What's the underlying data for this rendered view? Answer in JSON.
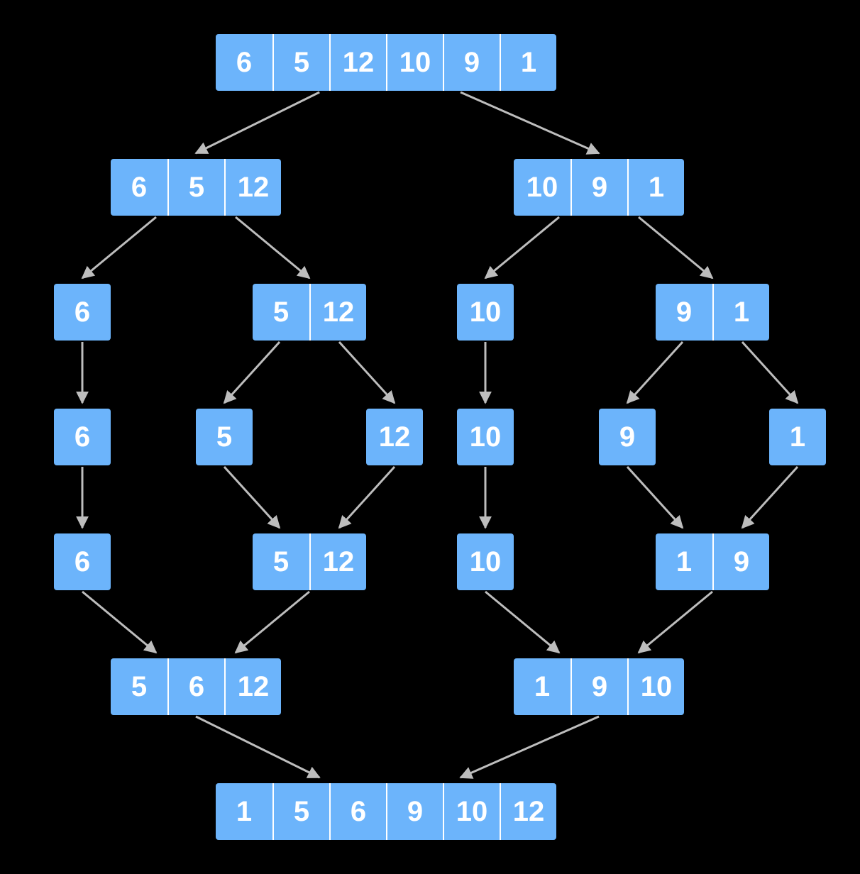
{
  "diagram": {
    "colors": {
      "cell_fill": "#6cb4fb",
      "cell_text": "#ffffff",
      "arrow": "#bdbdbd",
      "background": "#000000"
    },
    "arrays": [
      {
        "id": "a0",
        "cells": [
          "6",
          "5",
          "12",
          "10",
          "9",
          "1"
        ]
      },
      {
        "id": "a1",
        "cells": [
          "6",
          "5",
          "12"
        ]
      },
      {
        "id": "a2",
        "cells": [
          "10",
          "9",
          "1"
        ]
      },
      {
        "id": "a3",
        "cells": [
          "6"
        ]
      },
      {
        "id": "a4",
        "cells": [
          "5",
          "12"
        ]
      },
      {
        "id": "a5",
        "cells": [
          "10"
        ]
      },
      {
        "id": "a6",
        "cells": [
          "9",
          "1"
        ]
      },
      {
        "id": "a7",
        "cells": [
          "6"
        ]
      },
      {
        "id": "a8",
        "cells": [
          "5"
        ]
      },
      {
        "id": "a9",
        "cells": [
          "12"
        ]
      },
      {
        "id": "a10",
        "cells": [
          "10"
        ]
      },
      {
        "id": "a11",
        "cells": [
          "9"
        ]
      },
      {
        "id": "a12",
        "cells": [
          "1"
        ]
      },
      {
        "id": "a13",
        "cells": [
          "6"
        ]
      },
      {
        "id": "a14",
        "cells": [
          "5",
          "12"
        ]
      },
      {
        "id": "a15",
        "cells": [
          "10"
        ]
      },
      {
        "id": "a16",
        "cells": [
          "1",
          "9"
        ]
      },
      {
        "id": "a17",
        "cells": [
          "5",
          "6",
          "12"
        ]
      },
      {
        "id": "a18",
        "cells": [
          "1",
          "9",
          "10"
        ]
      },
      {
        "id": "a19",
        "cells": [
          "1",
          "5",
          "6",
          "9",
          "10",
          "12"
        ]
      }
    ],
    "edges": [
      [
        "a0",
        "a1"
      ],
      [
        "a0",
        "a2"
      ],
      [
        "a1",
        "a3"
      ],
      [
        "a1",
        "a4"
      ],
      [
        "a2",
        "a5"
      ],
      [
        "a2",
        "a6"
      ],
      [
        "a3",
        "a7"
      ],
      [
        "a4",
        "a8"
      ],
      [
        "a4",
        "a9"
      ],
      [
        "a5",
        "a10"
      ],
      [
        "a6",
        "a11"
      ],
      [
        "a6",
        "a12"
      ],
      [
        "a7",
        "a13"
      ],
      [
        "a8",
        "a14"
      ],
      [
        "a9",
        "a14"
      ],
      [
        "a10",
        "a15"
      ],
      [
        "a11",
        "a16"
      ],
      [
        "a12",
        "a16"
      ],
      [
        "a13",
        "a17"
      ],
      [
        "a14",
        "a17"
      ],
      [
        "a15",
        "a18"
      ],
      [
        "a16",
        "a18"
      ],
      [
        "a17",
        "a19"
      ],
      [
        "a18",
        "a19"
      ]
    ]
  }
}
